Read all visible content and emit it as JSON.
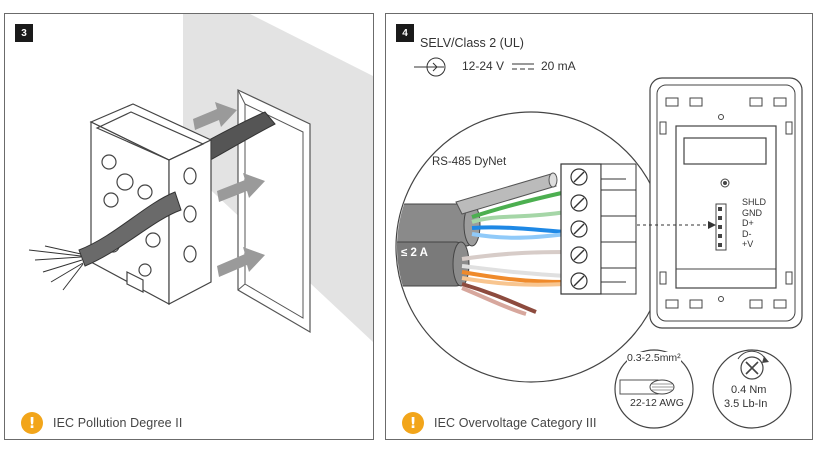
{
  "panel_3": {
    "step_number": "3",
    "warning_icon": "exclamation-icon",
    "warning_text": "IEC Pollution Degree II"
  },
  "panel_4": {
    "step_number": "4",
    "supply_class": "SELV/Class 2 (UL)",
    "voltage": "12-24 V",
    "current": "20 mA",
    "cable_label": "RS-485 DyNet",
    "current_limit": "≤ 2 A",
    "terminals": [
      "SHLD",
      "GND",
      "D+",
      "D-",
      "+V"
    ],
    "wire_size_metric": "0.3-2.5mm²",
    "wire_size_awg": "22-12 AWG",
    "torque_nm": "0.4 Nm",
    "torque_lbin": "3.5 Lb-In",
    "warning_icon": "exclamation-icon",
    "warning_text": "IEC Overvoltage Category III"
  },
  "colors": {
    "warning": "#f2a51a",
    "wall_shadow": "#e3e3e3",
    "arrow": "#9a9a9a"
  }
}
